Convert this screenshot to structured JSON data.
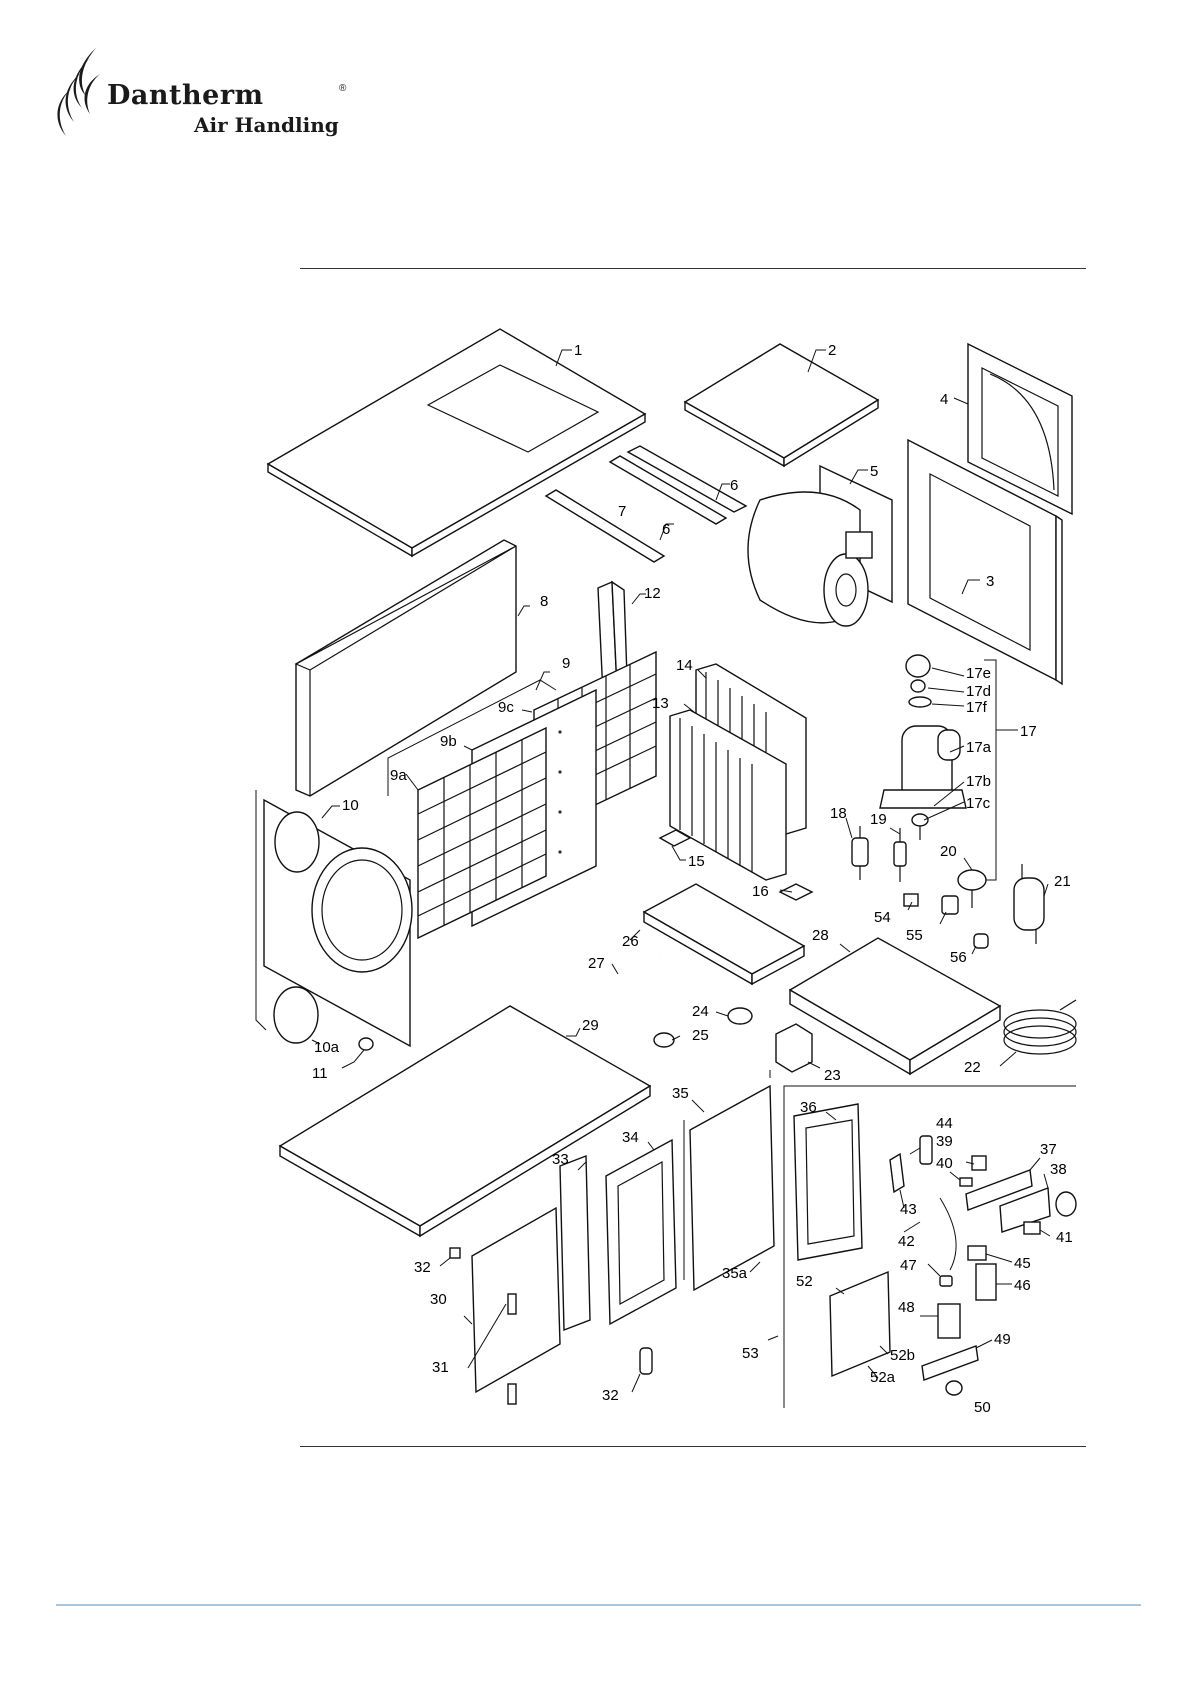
{
  "brand": {
    "name": "Dantherm",
    "registered_mark": "®",
    "tagline": "Air Handling"
  },
  "parts": [
    {
      "id": "p1",
      "label": "1"
    },
    {
      "id": "p2",
      "label": "2"
    },
    {
      "id": "p3",
      "label": "3"
    },
    {
      "id": "p4",
      "label": "4"
    },
    {
      "id": "p5",
      "label": "5"
    },
    {
      "id": "p6a",
      "label": "6"
    },
    {
      "id": "p6b",
      "label": "6"
    },
    {
      "id": "p7",
      "label": "7"
    },
    {
      "id": "p8",
      "label": "8"
    },
    {
      "id": "p9",
      "label": "9"
    },
    {
      "id": "p9a",
      "label": "9a"
    },
    {
      "id": "p9b",
      "label": "9b"
    },
    {
      "id": "p9c",
      "label": "9c"
    },
    {
      "id": "p10",
      "label": "10"
    },
    {
      "id": "p10a",
      "label": "10a"
    },
    {
      "id": "p11",
      "label": "11"
    },
    {
      "id": "p12",
      "label": "12"
    },
    {
      "id": "p13",
      "label": "13"
    },
    {
      "id": "p14",
      "label": "14"
    },
    {
      "id": "p15",
      "label": "15"
    },
    {
      "id": "p16",
      "label": "16"
    },
    {
      "id": "p17",
      "label": "17"
    },
    {
      "id": "p17a",
      "label": "17a"
    },
    {
      "id": "p17b",
      "label": "17b"
    },
    {
      "id": "p17c",
      "label": "17c"
    },
    {
      "id": "p17d",
      "label": "17d"
    },
    {
      "id": "p17e",
      "label": "17e"
    },
    {
      "id": "p17f",
      "label": "17f"
    },
    {
      "id": "p18",
      "label": "18"
    },
    {
      "id": "p19",
      "label": "19"
    },
    {
      "id": "p20",
      "label": "20"
    },
    {
      "id": "p21",
      "label": "21"
    },
    {
      "id": "p22",
      "label": "22"
    },
    {
      "id": "p23",
      "label": "23"
    },
    {
      "id": "p24",
      "label": "24"
    },
    {
      "id": "p25",
      "label": "25"
    },
    {
      "id": "p26",
      "label": "26"
    },
    {
      "id": "p27",
      "label": "27"
    },
    {
      "id": "p28",
      "label": "28"
    },
    {
      "id": "p29",
      "label": "29"
    },
    {
      "id": "p30",
      "label": "30"
    },
    {
      "id": "p31",
      "label": "31"
    },
    {
      "id": "p32a",
      "label": "32"
    },
    {
      "id": "p32b",
      "label": "32"
    },
    {
      "id": "p33",
      "label": "33"
    },
    {
      "id": "p34",
      "label": "34"
    },
    {
      "id": "p35",
      "label": "35"
    },
    {
      "id": "p35a",
      "label": "35a"
    },
    {
      "id": "p36",
      "label": "36"
    },
    {
      "id": "p37",
      "label": "37"
    },
    {
      "id": "p38",
      "label": "38"
    },
    {
      "id": "p39",
      "label": "39"
    },
    {
      "id": "p40",
      "label": "40"
    },
    {
      "id": "p41",
      "label": "41"
    },
    {
      "id": "p42",
      "label": "42"
    },
    {
      "id": "p43",
      "label": "43"
    },
    {
      "id": "p44",
      "label": "44"
    },
    {
      "id": "p45",
      "label": "45"
    },
    {
      "id": "p46",
      "label": "46"
    },
    {
      "id": "p47",
      "label": "47"
    },
    {
      "id": "p48",
      "label": "48"
    },
    {
      "id": "p49",
      "label": "49"
    },
    {
      "id": "p50",
      "label": "50"
    },
    {
      "id": "p52",
      "label": "52"
    },
    {
      "id": "p52a",
      "label": "52a"
    },
    {
      "id": "p52b",
      "label": "52b"
    },
    {
      "id": "p53",
      "label": "53"
    },
    {
      "id": "p54",
      "label": "54"
    },
    {
      "id": "p55",
      "label": "55"
    },
    {
      "id": "p56",
      "label": "56"
    }
  ],
  "colors": {
    "line": "#111111",
    "footer_rule": "#a9c5dc"
  }
}
